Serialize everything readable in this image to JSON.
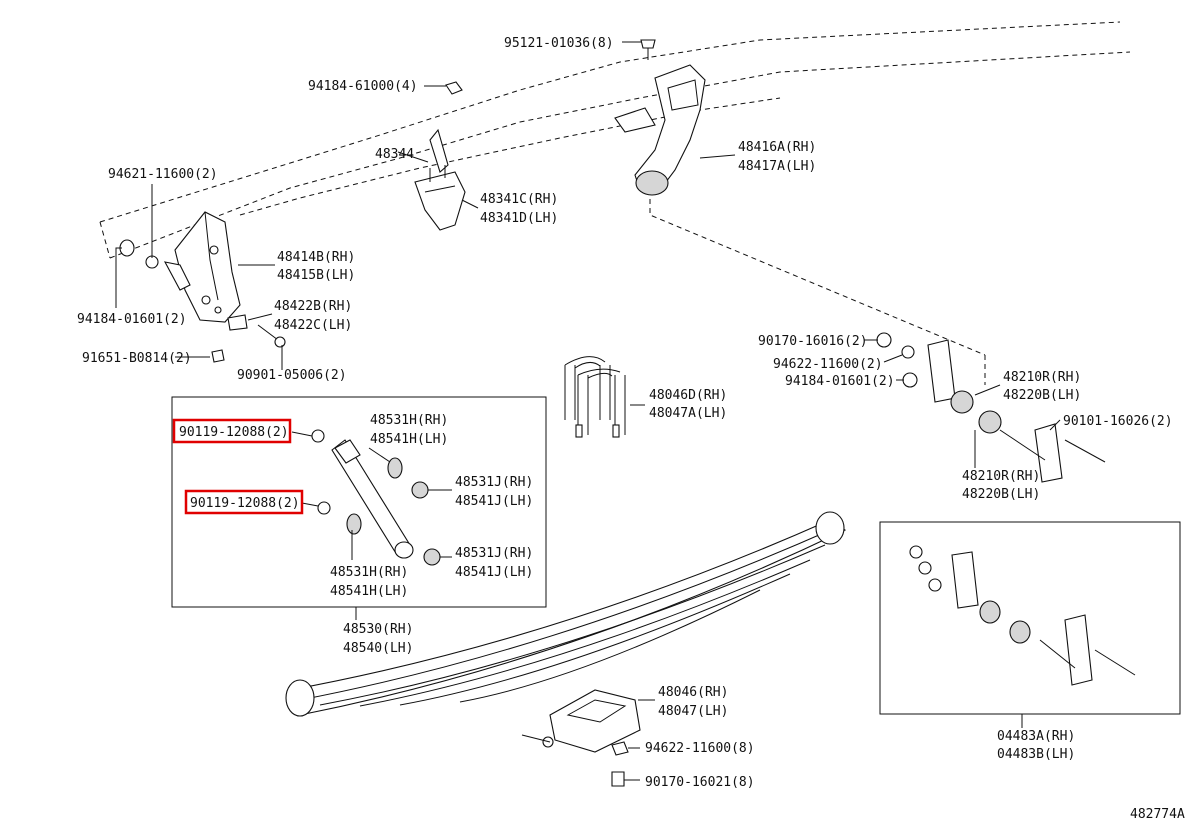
{
  "diagram_id": "482774A",
  "labels": {
    "p95121": "95121-01036(8)",
    "p94184a": "94184-61000(4)",
    "p48344": "48344",
    "p48416a": "48416A(RH)",
    "p48417a": "48417A(LH)",
    "p94621": "94621-11600(2)",
    "p48341c": "48341C(RH)",
    "p48341d": "48341D(LH)",
    "p48414b": "48414B(RH)",
    "p48415b": "48415B(LH)",
    "p94184b": "94184-01601(2)",
    "p48422b": "48422B(RH)",
    "p48422c": "48422C(LH)",
    "p91651": "91651-B0814(2)",
    "p90901": "90901-05006(2)",
    "p90170a": "90170-16016(2)",
    "p94622a": "94622-11600(2)",
    "p94184c": "94184-01601(2)",
    "p48210r_a": "48210R(RH)",
    "p48220b_a": "48220B(LH)",
    "p48046d": "48046D(RH)",
    "p48047a": "48047A(LH)",
    "p90101": "90101-16026(2)",
    "p48210r_b": "48210R(RH)",
    "p48220b_b": "48220B(LH)",
    "p90119a": "90119-12088(2)",
    "p48531h_a": "48531H(RH)",
    "p48541h_a": "48541H(LH)",
    "p48531j_a": "48531J(RH)",
    "p48541j_a": "48541J(LH)",
    "p90119b": "90119-12088(2)",
    "p48531j_b": "48531J(RH)",
    "p48541j_b": "48541J(LH)",
    "p48531h_b": "48531H(RH)",
    "p48541h_b": "48541H(LH)",
    "p48530": "48530(RH)",
    "p48540": "48540(LH)",
    "p48046": "48046(RH)",
    "p48047": "48047(LH)",
    "p94622b": "94622-11600(8)",
    "p90170b": "90170-16021(8)",
    "p04483a": "04483A(RH)",
    "p04483b": "04483B(LH)"
  },
  "highlight_color": "#e00000"
}
